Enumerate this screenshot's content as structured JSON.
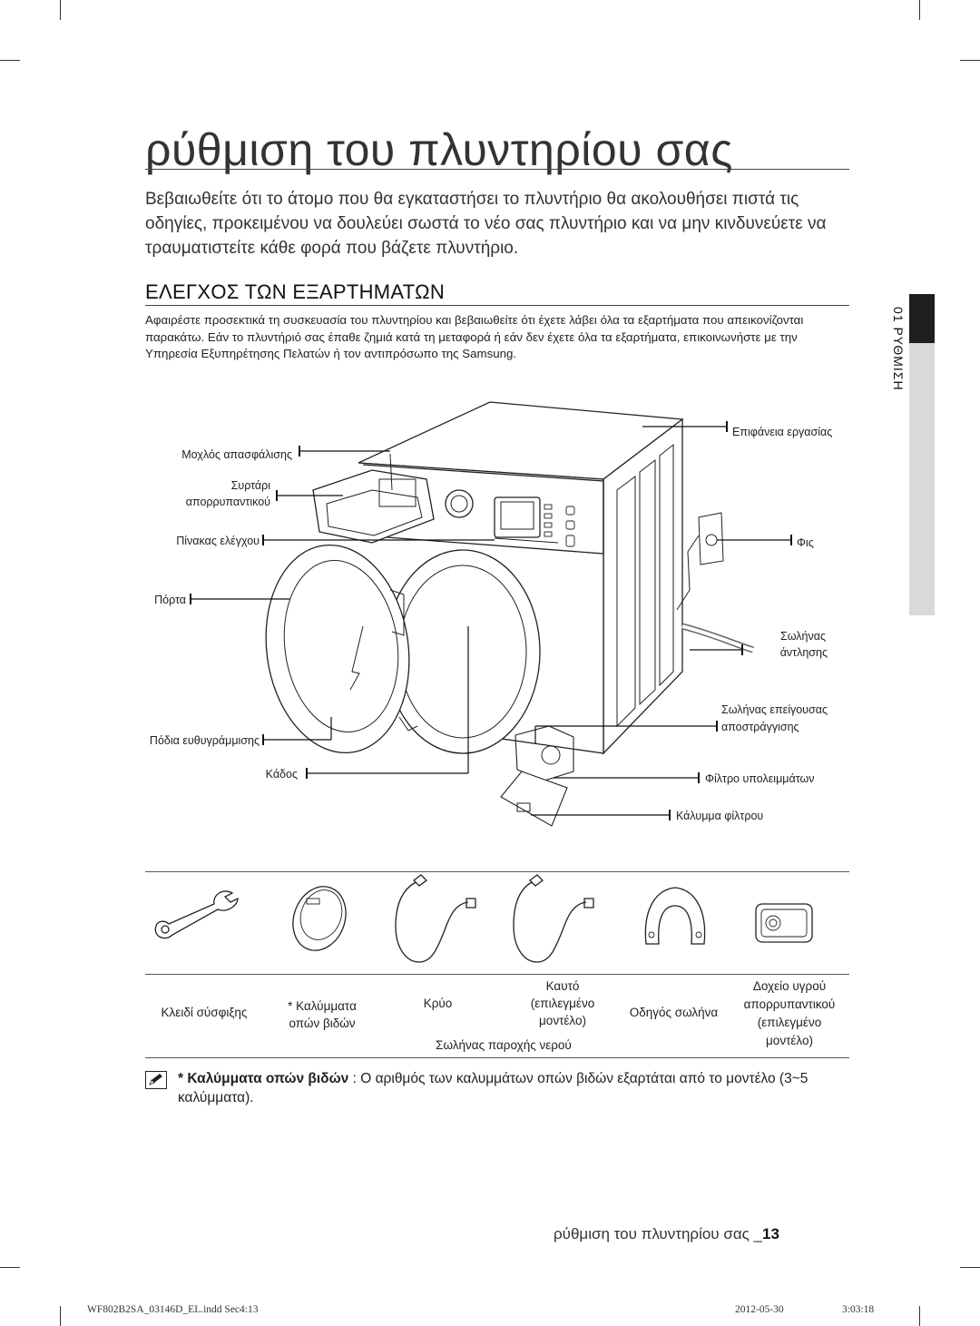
{
  "title": "ρύθμιση του πλυντηρίου σας",
  "intro": "Βεβαιωθείτε ότι το άτομο που θα εγκαταστήσει το πλυντήριο θα ακολουθήσει πιστά τις οδηγίες, προκειμένου να δουλεύει σωστά το νέο σας πλυντήριο και να μην κινδυνεύετε να τραυματιστείτε κάθε φορά που βάζετε πλυντήριο.",
  "section": {
    "heading": "ΕΛΕΓΧΟΣ ΤΩΝ ΕΞΑΡΤΗΜΑΤΩΝ",
    "body": "Αφαιρέστε προσεκτικά τη συσκευασία του πλυντηρίου και βεβαιωθείτε ότι έχετε λάβει όλα τα εξαρτήματα που απεικονίζονται παρακάτω. Εάν το πλυντήριό σας έπαθε ζημιά κατά τη μεταφορά ή εάν δεν έχετε όλα τα εξαρτήματα, επικοινωνήστε με την Υπηρεσία Εξυπηρέτησης Πελατών ή τον αντιπρόσωπο της Samsung."
  },
  "side_tab": "01 ΡΥΘΜΙΣΗ",
  "diagram_labels": {
    "work_surface": "Επιφάνεια εργασίας",
    "release_lever": "Μοχλός απασφάλισης",
    "drawer_1": "Συρτάρι",
    "drawer_2": "απορρυπαντικού",
    "control_panel": "Πίνακας ελέγχου",
    "plug": "Φις",
    "door": "Πόρτα",
    "drain_hose_1": "Σωλήνας",
    "drain_hose_2": "άντλησης",
    "emergency_drain_1": "Σωλήνας επείγουσας",
    "emergency_drain_2": "αποστράγγισης",
    "leveling_feet": "Πόδια ευθυγράμμισης",
    "drum": "Κάδος",
    "debris_filter": "Φίλτρο υπολειμμάτων",
    "filter_cover": "Κάλυμμα φίλτρου"
  },
  "accessories": {
    "spanner": "Κλειδί σύσφιξης",
    "caps_1": "* Καλύμματα",
    "caps_2": "οπών βιδών",
    "cold": "Κρύο",
    "hot_1": "Καυτό",
    "hot_2": "(επιλεγμένο",
    "hot_3": "μοντέλο)",
    "water_hose": "Σωλήνας παροχής νερού",
    "hose_guide": "Οδηγός σωλήνα",
    "liquid_1": "Δοχείο υγρού",
    "liquid_2": "απορρυπαντικού",
    "liquid_3": "(επιλεγμένο",
    "liquid_4": "μοντέλο)"
  },
  "note": {
    "bold": "* Καλύμματα οπών βιδών",
    "text": " : Ο αριθμός των καλυμμάτων οπών βιδών εξαρτάται από το μοντέλο (3~5 καλύμματα)."
  },
  "footer": {
    "page_text": "ρύθμιση του πλυντηρίου σας _",
    "page_number": "13"
  },
  "slug": {
    "file": "WF802B2SA_03146D_EL.indd   Sec4:13",
    "date": "2012-05-30",
    "time": "3:03:18"
  }
}
